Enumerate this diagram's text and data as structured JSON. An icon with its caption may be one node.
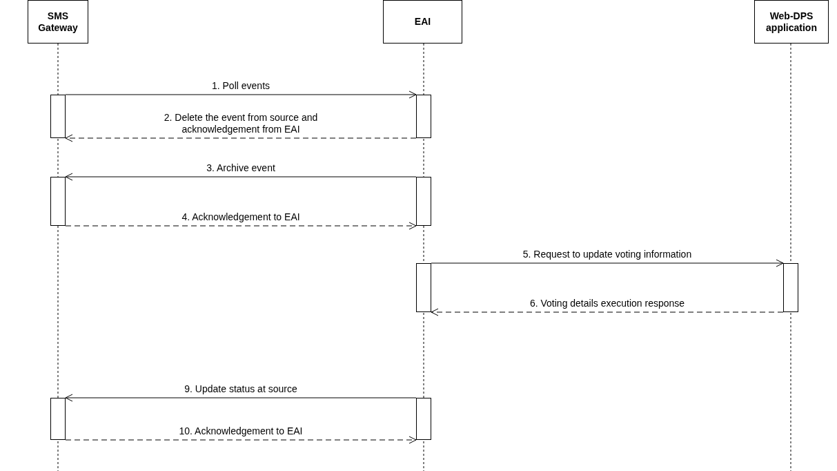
{
  "diagram": {
    "nodes": [
      {
        "text": [
          "SMS Gateway"
        ]
      },
      {
        "text": [
          "EAI"
        ]
      },
      {
        "text": [
          "Web-DPS application"
        ]
      },
      {
        "text": [],
        "shape": "bar"
      },
      {
        "text": [],
        "shape": "bar"
      },
      {
        "text": [],
        "shape": "bar"
      },
      {
        "text": [],
        "shape": "bar"
      },
      {
        "text": [],
        "shape": "bar"
      },
      {
        "text": [],
        "shape": "bar"
      },
      {
        "text": [],
        "shape": "bar"
      },
      {
        "text": [],
        "shape": "bar"
      }
    ],
    "edges": [
      {
        "from": 3,
        "to": 4,
        "arrow": "to",
        "label": "1. Poll events"
      },
      {
        "from": 4,
        "to": 3,
        "arrow": "to",
        "style": "dashed",
        "label": "2. Delete the event from source and acknowledgement from EAI"
      },
      {
        "from": 6,
        "to": 5,
        "arrow": "to",
        "label": "3. Archive event"
      },
      {
        "from": 5,
        "to": 6,
        "arrow": "to",
        "style": "dashed",
        "label": "4. Acknowledgement to EAI"
      },
      {
        "from": 7,
        "to": 8,
        "arrow": "to",
        "label": "5. Request to update voting information"
      },
      {
        "from": 8,
        "to": 7,
        "arrow": "to",
        "style": "dashed",
        "label": "6. Voting details execution response"
      },
      {
        "from": 10,
        "to": 9,
        "arrow": "to",
        "label": "9. Update status at source"
      },
      {
        "from": 9,
        "to": 10,
        "arrow": "to",
        "style": "dashed",
        "label": "10. Acknowledgement to EAI"
      }
    ]
  }
}
